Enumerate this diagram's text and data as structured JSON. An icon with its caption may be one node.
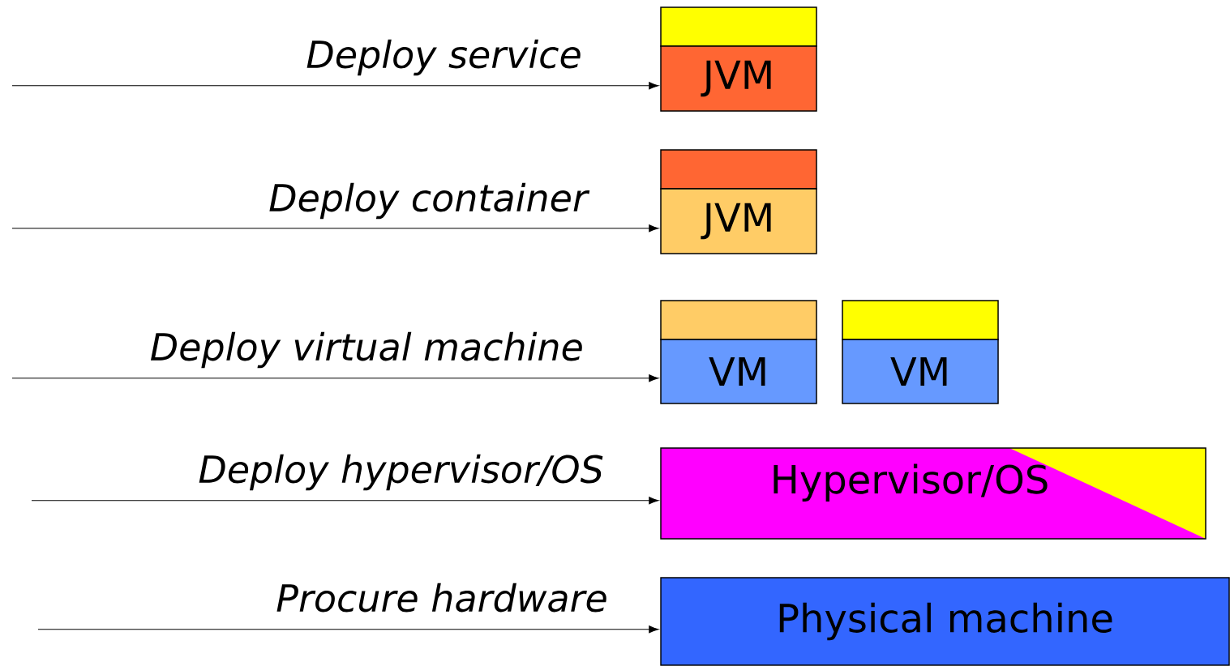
{
  "diagram": {
    "nodes": [
      {
        "text": [],
        "shape": "box"
      },
      {
        "text": [
          "JVM"
        ]
      },
      {
        "text": [],
        "shape": "box"
      },
      {
        "text": [
          "JVM"
        ]
      },
      {
        "text": [],
        "shape": "box"
      },
      {
        "text": [
          "VM"
        ]
      },
      {
        "text": [],
        "shape": "box"
      },
      {
        "text": [
          "VM"
        ]
      },
      {
        "text": [
          "Hypervisor/OS"
        ]
      },
      {
        "text": [
          "Physical machine"
        ]
      }
    ],
    "edges": [
      {
        "from": null,
        "to": 1,
        "arrow": "to",
        "label": "Deploy service"
      },
      {
        "from": null,
        "to": 3,
        "arrow": "to",
        "label": "Deploy container"
      },
      {
        "from": null,
        "to": 5,
        "arrow": "to",
        "label": "Deploy virtual machine"
      },
      {
        "from": null,
        "to": 8,
        "arrow": "to",
        "label": "Deploy hypervisor/OS"
      },
      {
        "from": null,
        "to": 9,
        "arrow": "to",
        "label": "Procure hardware"
      }
    ]
  }
}
